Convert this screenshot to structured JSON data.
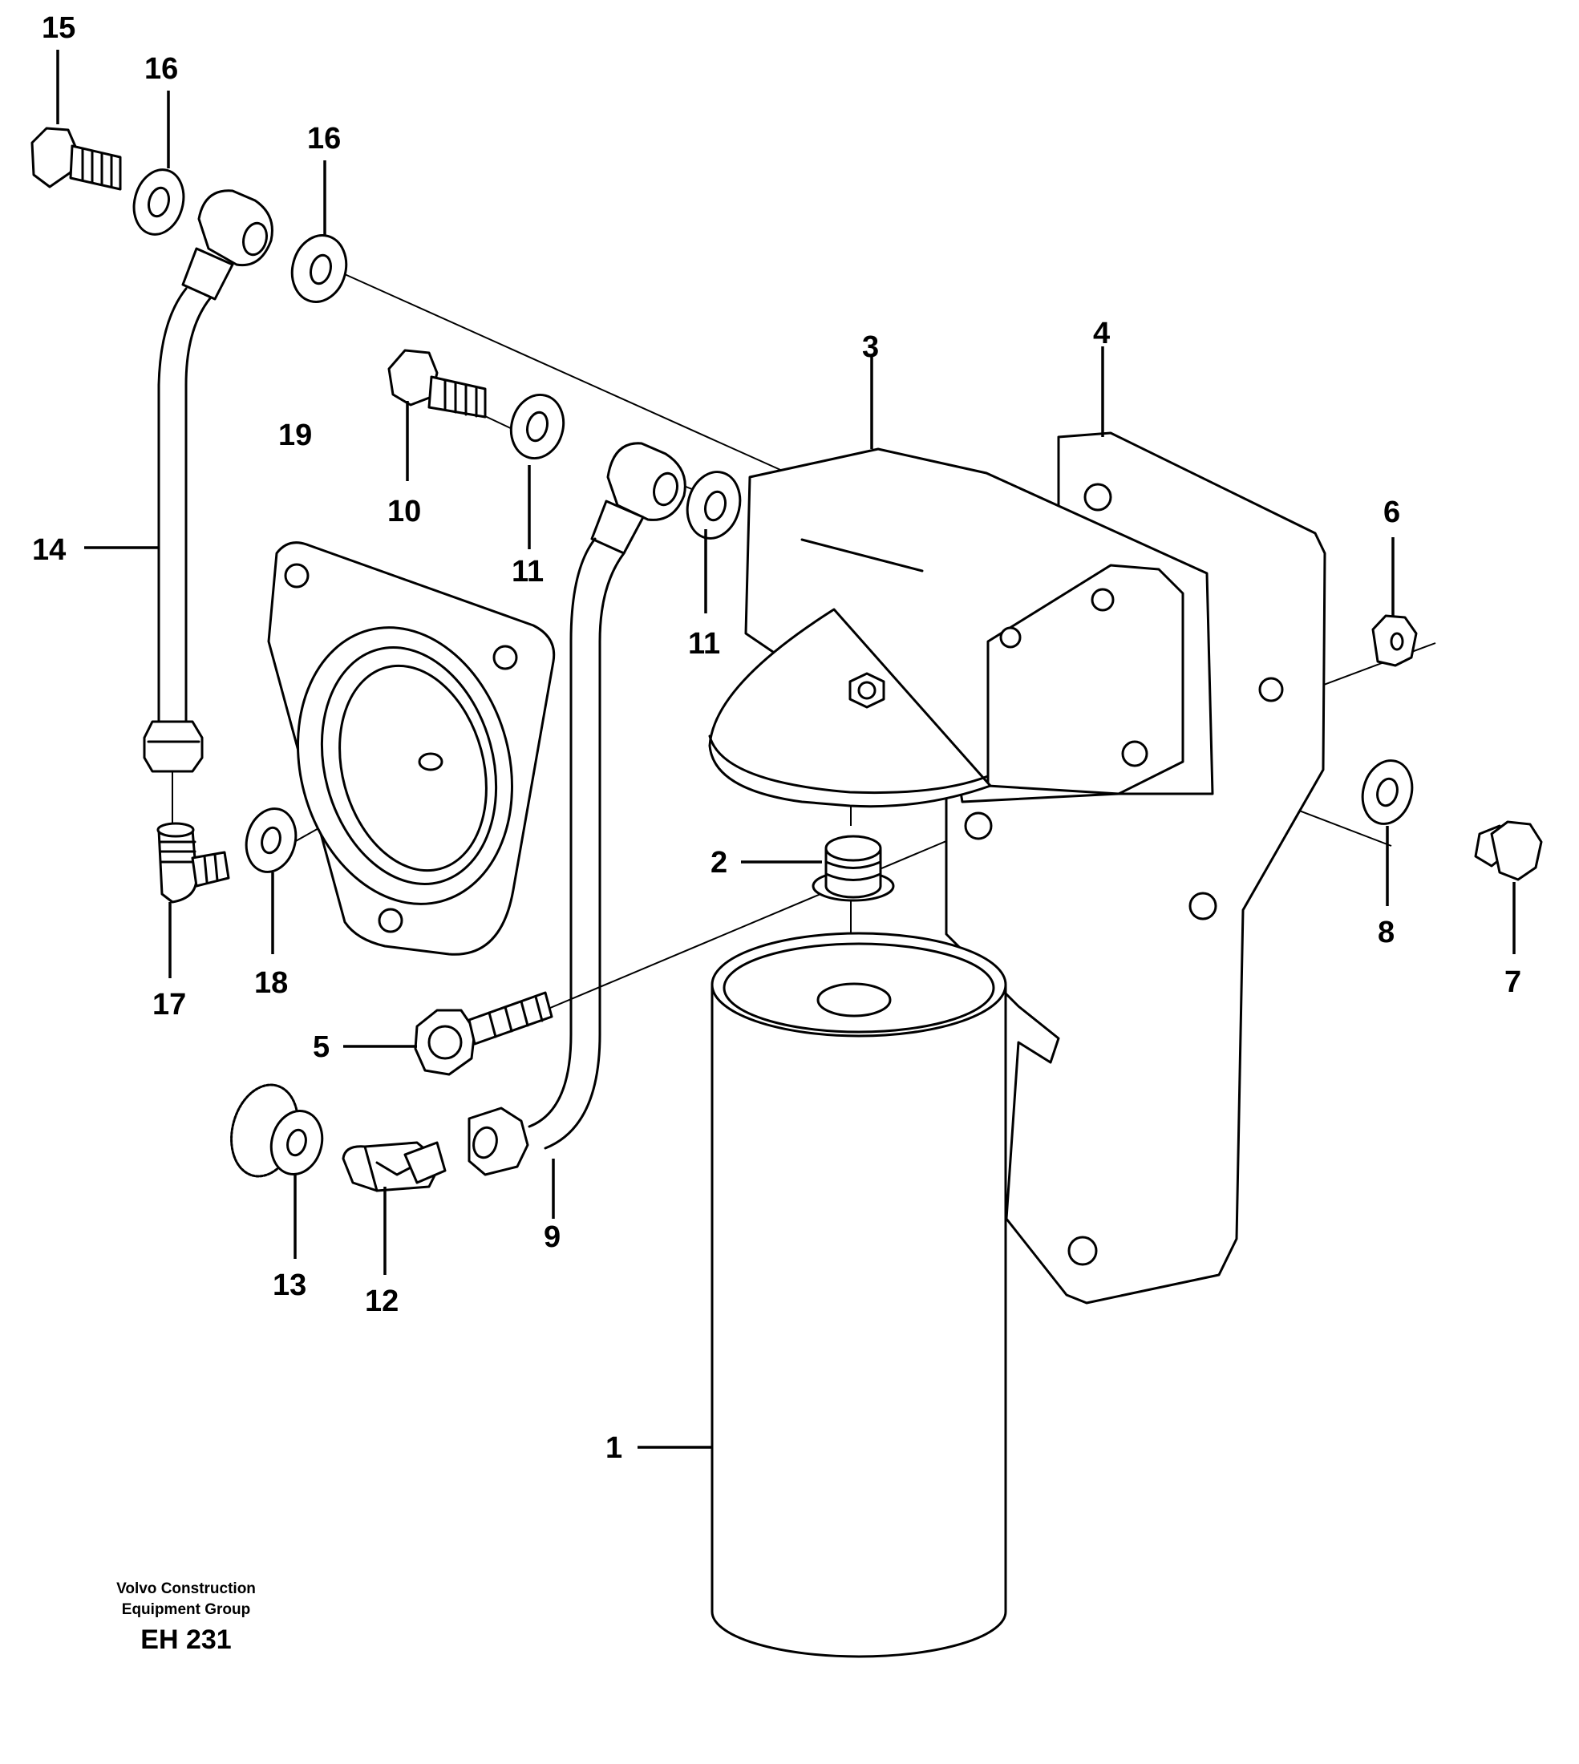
{
  "callouts": {
    "c1": "1",
    "c2": "2",
    "c3": "3",
    "c4": "4",
    "c5": "5",
    "c6": "6",
    "c7": "7",
    "c8": "8",
    "c9": "9",
    "c10": "10",
    "c11a": "11",
    "c11b": "11",
    "c12": "12",
    "c13": "13",
    "c14": "14",
    "c15": "15",
    "c16a": "16",
    "c16b": "16",
    "c17": "17",
    "c18": "18",
    "c19": "19"
  },
  "footer": {
    "company_line1": "Volvo Construction",
    "company_line2": "Equipment Group",
    "code": "EH 231"
  }
}
